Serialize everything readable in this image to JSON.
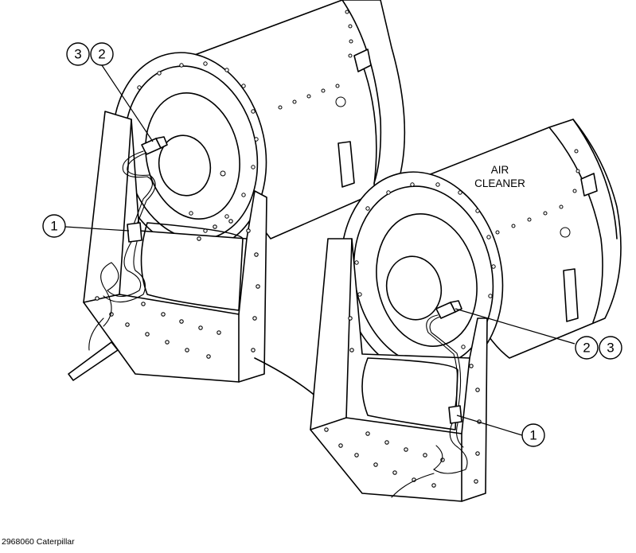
{
  "diagram": {
    "label_air_cleaner_line1": "AIR",
    "label_air_cleaner_line2": "CLEANER",
    "callouts": {
      "left_top_a": "3",
      "left_top_b": "2",
      "left_mid": "1",
      "right_mid_a": "2",
      "right_mid_b": "3",
      "right_low": "1"
    }
  },
  "caption": "2968060 Caterpillar"
}
